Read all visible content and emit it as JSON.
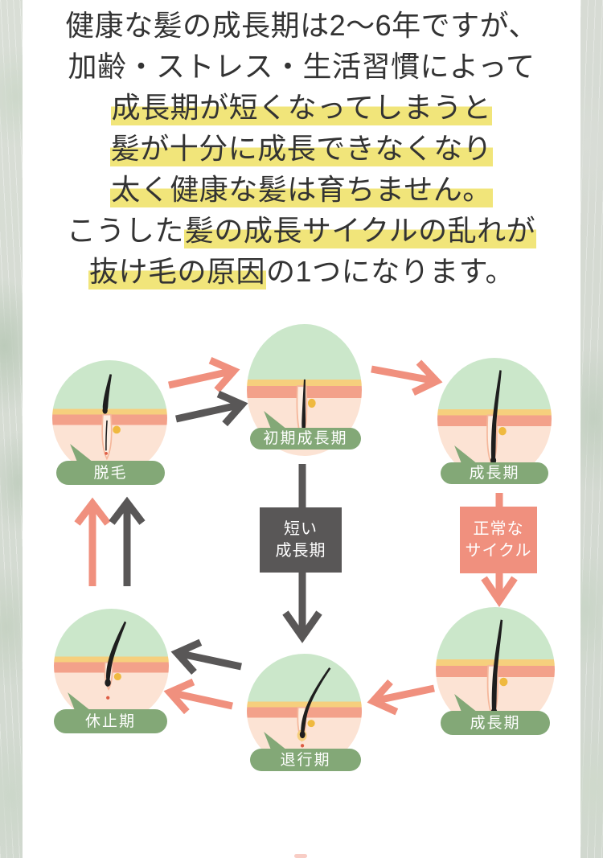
{
  "colors": {
    "salmon": "#f0907e",
    "dark_gray": "#595757",
    "label_green": "#83a877",
    "highlight_yellow": "#f1e57a",
    "text": "#333333",
    "mint": "#cbe7ca",
    "band_yellow": "#f6cf7d",
    "band_salmon": "#f3a18a",
    "skin_pink": "#fce3d4",
    "hair_black": "#1e1e1e",
    "gland_yellow": "#efb93f",
    "red_dot": "#dd5c44",
    "panel_white": "#ffffff",
    "marble_base": "#d6dbd3"
  },
  "intro": {
    "lines": [
      {
        "segments": [
          {
            "text": "健康な髪の成長期は2〜6年ですが、",
            "highlight": false
          }
        ]
      },
      {
        "segments": [
          {
            "text": "加齢・ストレス・生活習慣によって",
            "highlight": false
          }
        ]
      },
      {
        "segments": [
          {
            "text": "成長期が短くなってしまうと",
            "highlight": true
          }
        ]
      },
      {
        "segments": [
          {
            "text": "髪が十分に成長できなくなり",
            "highlight": true
          }
        ]
      },
      {
        "segments": [
          {
            "text": "太く健康な髪は育ちません。",
            "highlight": true
          }
        ]
      },
      {
        "segments": [
          {
            "text": "こうした",
            "highlight": false
          },
          {
            "text": "髪の成長サイクルの乱れが",
            "highlight": true
          }
        ]
      },
      {
        "segments": [
          {
            "text": "抜け毛の原因",
            "highlight": true
          },
          {
            "text": "の1つになります。",
            "highlight": false
          }
        ]
      }
    ]
  },
  "diagram": {
    "stages": [
      {
        "label": "脱毛",
        "variant": "shedding"
      },
      {
        "label": "初期成長期",
        "variant": "early"
      },
      {
        "label": "成長期",
        "variant": "growth"
      },
      {
        "label": "成長期",
        "variant": "growth"
      },
      {
        "label": "退行期",
        "variant": "regression"
      },
      {
        "label": "休止期",
        "variant": "resting"
      }
    ],
    "short_cycle_box": {
      "line1": "短い",
      "line2": "成長期"
    },
    "normal_cycle_box": {
      "line1": "正常な",
      "line2": "サイクル"
    }
  }
}
